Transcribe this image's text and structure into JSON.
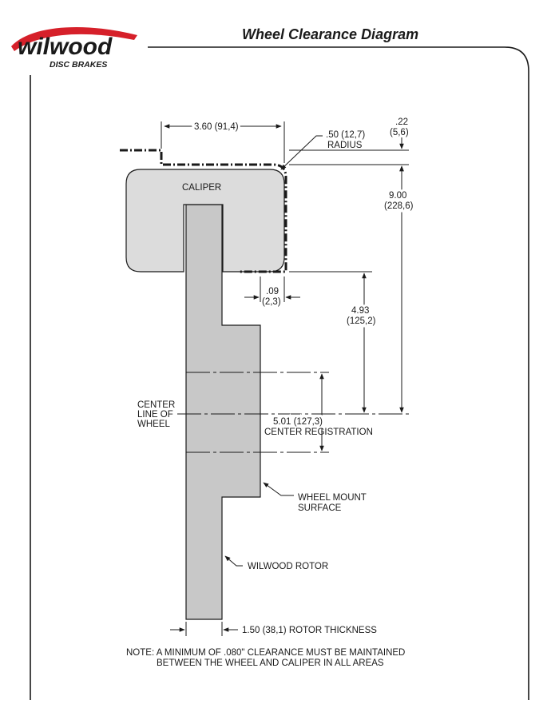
{
  "header": {
    "brand": "wilwood",
    "brand_sub": "DISC BRAKES",
    "title": "Wheel Clearance Diagram"
  },
  "labels": {
    "caliper": "CALIPER",
    "dim_width_1": "3.60 (91,4)",
    "dim_radius_1": ".50 (12,7)",
    "dim_radius_2": "RADIUS",
    "dim_offset_1": ".22",
    "dim_offset_2": "(5,6)",
    "dim_height_1": "9.00",
    "dim_height_2": "(228,6)",
    "dim_gap_1": ".09",
    "dim_gap_2": "(2,3)",
    "dim_mid_1": "4.93",
    "dim_mid_2": "(125,2)",
    "center_line_1": "CENTER",
    "center_line_2": "LINE OF",
    "center_line_3": "WHEEL",
    "center_reg_1": "5.01 (127,3)",
    "center_reg_2": "CENTER REGISTRATION",
    "mount_1": "WHEEL MOUNT",
    "mount_2": "SURFACE",
    "rotor": "WILWOOD ROTOR",
    "thickness": "1.50 (38,1) ROTOR THICKNESS",
    "note_1": "NOTE: A MINIMUM OF .080\" CLEARANCE MUST BE MAINTAINED",
    "note_2": "BETWEEN THE WHEEL AND CALIPER IN ALL AREAS"
  },
  "colors": {
    "caliper_fill": "#dcdcdc",
    "rotor_fill": "#c8c8c8",
    "line": "#1a1a1a",
    "brand_red": "#d6202a"
  }
}
